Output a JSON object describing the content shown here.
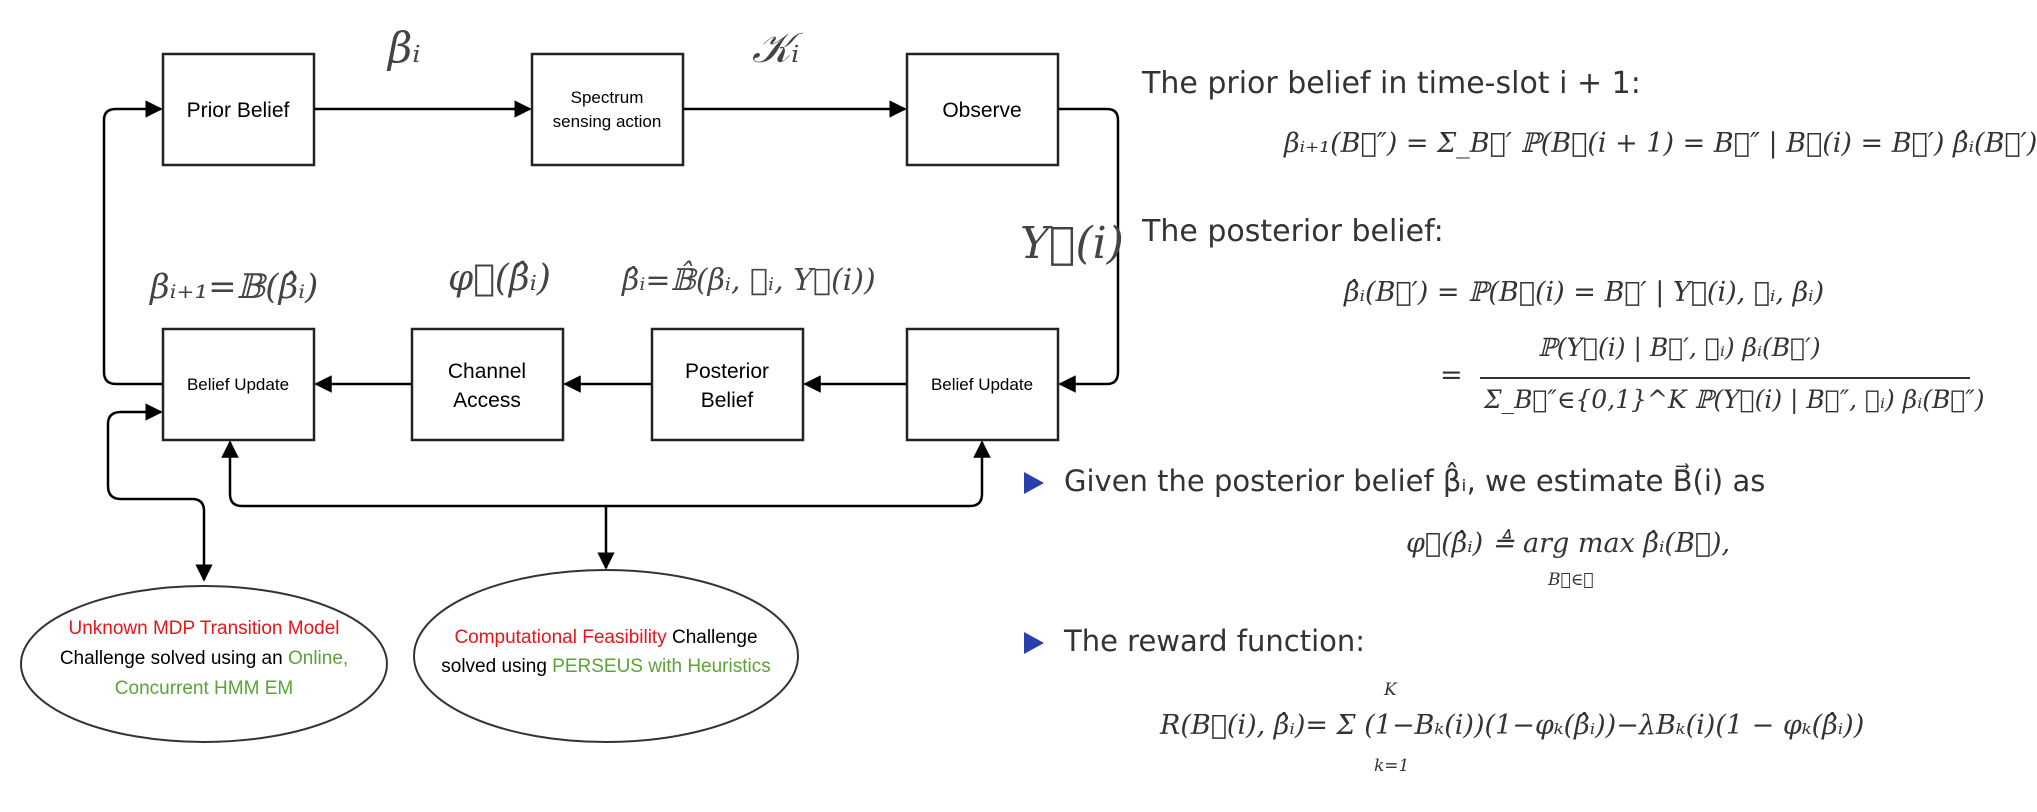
{
  "colors": {
    "red": "#e8141a",
    "green": "#5aa336",
    "black": "#000000",
    "bullet": "#2b3eb0"
  },
  "diagram": {
    "boxes": {
      "prior_belief": "Prior Belief",
      "spectrum_sensing_line1": "Spectrum",
      "spectrum_sensing_line2": "sensing action",
      "observe": "Observe",
      "belief_update_left": "Belief Update",
      "channel_access_line1": "Channel",
      "channel_access_line2": "Access",
      "posterior_belief_line1": "Posterior",
      "posterior_belief_line2": "Belief",
      "belief_update_right": "Belief Update"
    },
    "labels": {
      "beta_i": "βᵢ",
      "kappa_i": "𝒦ᵢ",
      "y_of_i": "Y⃗(i)",
      "beta_next": "βᵢ₊₁=𝔹(β̂ᵢ)",
      "phi_hat": "φ⃗(β̂ᵢ)",
      "beta_hat": "β̂ᵢ=𝔹̂(βᵢ, 𝒦ᵢ, Y⃗(i))"
    },
    "ellipse_left": {
      "l1_red": "Unknown MDP Transition Model",
      "l2_black": "Challenge solved using an ",
      "l2_green": "Online,",
      "l3_green": "Concurrent HMM EM"
    },
    "ellipse_right": {
      "l1_red": "Computational Feasibility",
      "l1_black": " Challenge",
      "l2_black": "solved using ",
      "l2_green": "PERSEUS with Heuristics"
    }
  },
  "equations": {
    "prior_heading": "The prior belief in time-slot i + 1:",
    "prior_formula": "βᵢ₊₁(B⃗″) = Σ_B⃗′ ℙ(B⃗(i + 1) = B⃗″ | B⃗(i) = B⃗′) β̂ᵢ(B⃗′)",
    "posterior_heading": "The posterior belief:",
    "posterior_formula_1": "β̂ᵢ(B⃗′) = ℙ(B⃗(i) = B⃗′ | Y⃗(i), 𝒦ᵢ, βᵢ)",
    "posterior_numerator": "ℙ(Y⃗(i) | B⃗′, 𝒦ᵢ) βᵢ(B⃗′)",
    "posterior_denominator": "Σ_B⃗″∈{0,1}^K ℙ(Y⃗(i) | B⃗″, 𝒦ᵢ) βᵢ(B⃗″)",
    "estimate_bullet": "Given the posterior belief β̂ᵢ, we estimate B⃗(i) as",
    "estimate_formula": "φ⃗(β̂ᵢ) ≜ arg max β̂ᵢ(B⃗),",
    "estimate_sub": "B⃗∈ℬ",
    "reward_bullet": "The reward function:",
    "reward_formula": "R(B⃗(i), β̂ᵢ)= Σ (1−Bₖ(i))(1−φₖ(β̂ᵢ))−λBₖ(i)(1 − φₖ(β̂ᵢ))",
    "reward_sum_top": "K",
    "reward_sum_bottom": "k=1"
  }
}
